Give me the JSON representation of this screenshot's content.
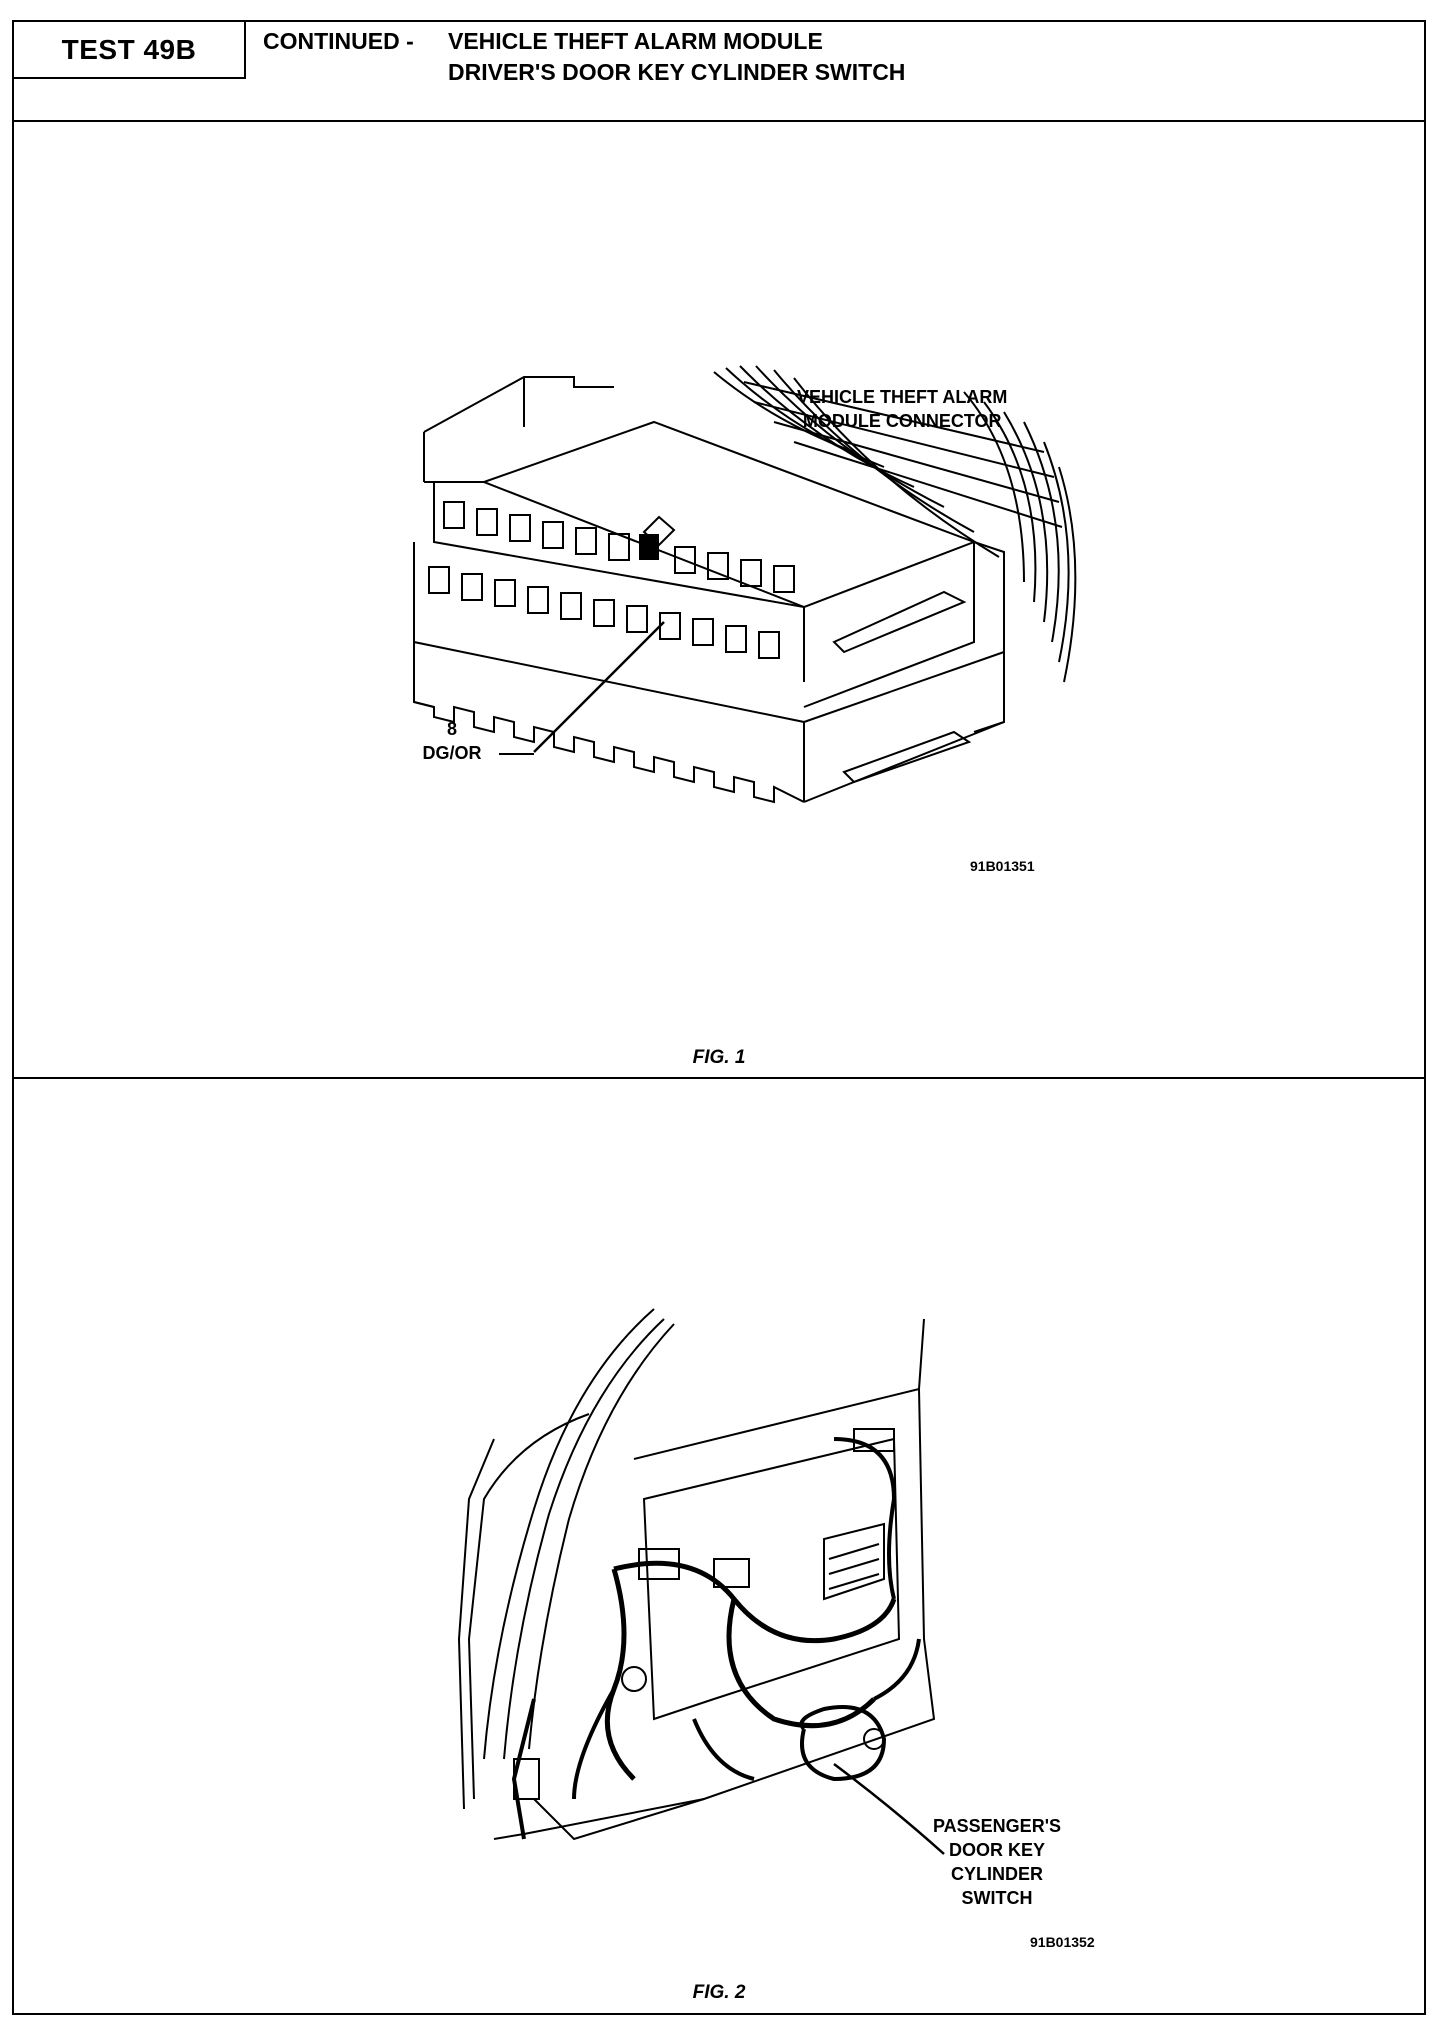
{
  "header": {
    "test_label": "TEST 49B",
    "title_prefix": "CONTINUED -",
    "title_line1": "VEHICLE THEFT ALARM MODULE",
    "title_line2": "DRIVER'S DOOR KEY CYLINDER SWITCH"
  },
  "figure1": {
    "connector_label_line1": "VEHICLE THEFT ALARM",
    "connector_label_line2": "MODULE CONNECTOR",
    "pin_number": "8",
    "pin_wire": "DG/OR",
    "image_code": "91B01351",
    "caption": "FIG. 1"
  },
  "figure2": {
    "switch_label_line1": "PASSENGER'S",
    "switch_label_line2": "DOOR KEY",
    "switch_label_line3": "CYLINDER",
    "switch_label_line4": "SWITCH",
    "image_code": "91B01352",
    "caption": "FIG. 2"
  }
}
